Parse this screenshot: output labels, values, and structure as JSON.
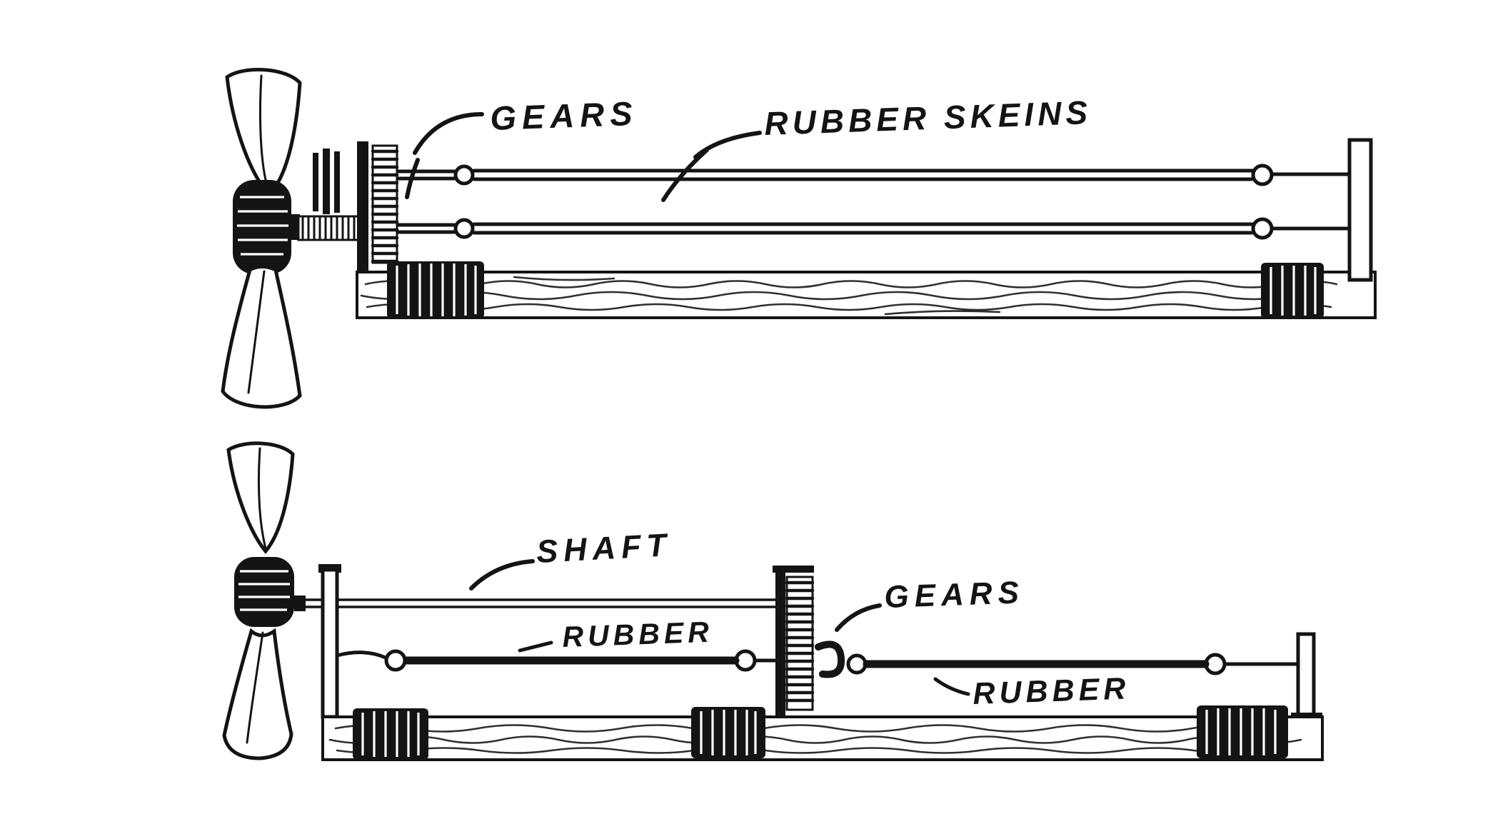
{
  "colors": {
    "paper": "#ffffff",
    "ink": "#141414"
  },
  "top_diagram": {
    "labels": {
      "gears": "GEARS",
      "rubber_skeins": "RUBBER SKEINS"
    }
  },
  "bottom_diagram": {
    "labels": {
      "shaft": "SHAFT",
      "rubber_front": "RUBBER",
      "gears": "GEARS",
      "rubber_rear": "RUBBER"
    }
  }
}
